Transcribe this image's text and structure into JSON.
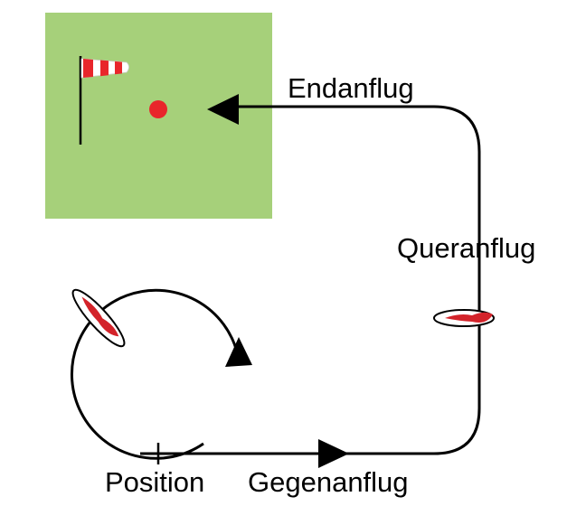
{
  "labels": {
    "final_approach": "Endanflug",
    "base_leg": "Queranflug",
    "downwind_leg": "Gegenanflug",
    "position": "Position"
  },
  "colors": {
    "landing_field": "#a6d07a",
    "landing_point": "#e8262b",
    "windsock_stripe": "#e8262b",
    "paraglider_accent": "#d3232a",
    "line": "#000000",
    "background": "#ffffff"
  },
  "icons": {
    "windsock": "windsock-icon",
    "landing_point": "landing-point-icon",
    "paraglider": "paraglider-icon"
  }
}
